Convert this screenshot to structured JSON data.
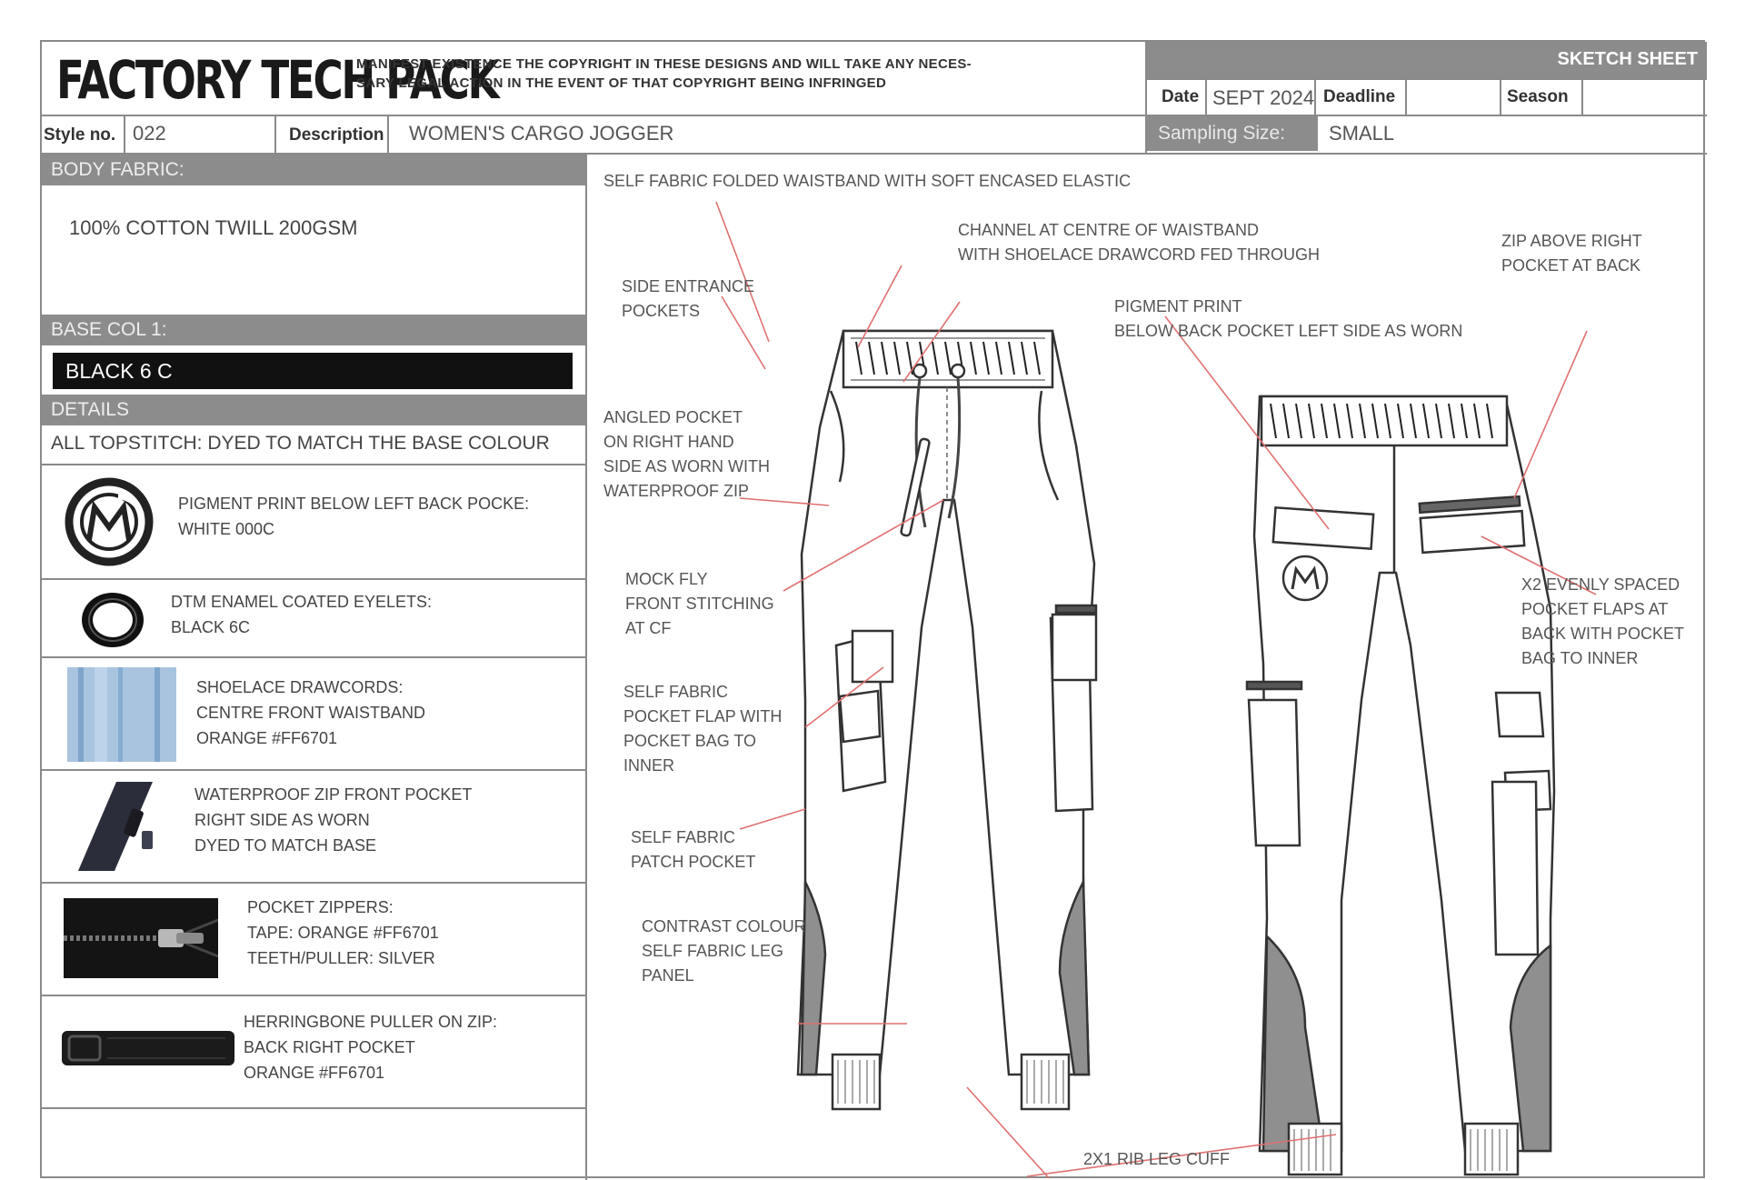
{
  "header": {
    "title": "FACTORY TECH PACK",
    "copyright_line1": "MANIFEST EXISTENCE THE COPYRIGHT IN THESE DESIGNS AND WILL TAKE ANY NECES-",
    "copyright_line2": "SARY LEGAL ACTION IN THE EVENT OF THAT COPYRIGHT BEING INFRINGED",
    "sketch_sheet": "SKETCH SHEET",
    "date_label": "Date",
    "date_value": "SEPT 2024",
    "deadline_label": "Deadline",
    "deadline_value": "",
    "season_label": "Season",
    "season_value": ""
  },
  "style_row": {
    "style_label": "Style no.",
    "style_value": "022",
    "description_label": "Description",
    "description_value": "WOMEN'S CARGO JOGGER",
    "sampling_label": "Sampling Size:",
    "sampling_value": "SMALL"
  },
  "body_fabric": {
    "heading": "BODY FABRIC:",
    "value": "100% COTTON TWILL 200GSM"
  },
  "base_col": {
    "heading": "BASE COL 1:",
    "value": "BLACK 6 C"
  },
  "details": {
    "heading": "DETAILS",
    "topstitch": "ALL TOPSTITCH: DYED TO MATCH THE BASE COLOUR",
    "items": [
      {
        "icon": "logo-print-icon",
        "line1": "PIGMENT PRINT BELOW LEFT BACK POCKE:",
        "line2": "WHITE 000C",
        "line3": ""
      },
      {
        "icon": "eyelet-icon",
        "line1": "DTM ENAMEL COATED EYELETS:",
        "line2": "BLACK 6C",
        "line3": ""
      },
      {
        "icon": "drawcord-swatch-icon",
        "line1": "SHOELACE DRAWCORDS:",
        "line2": "CENTRE FRONT WAISTBAND",
        "line3": "ORANGE #FF6701"
      },
      {
        "icon": "waterproof-zip-icon",
        "line1": "WATERPROOF ZIP FRONT POCKET",
        "line2": "RIGHT SIDE AS WORN",
        "line3": "DYED TO MATCH BASE"
      },
      {
        "icon": "pocket-zipper-icon",
        "line1": "POCKET ZIPPERS:",
        "line2": "TAPE: ORANGE #FF6701",
        "line3": "TEETH/PULLER: SILVER"
      },
      {
        "icon": "zip-puller-icon",
        "line1": "HERRINGBONE PULLER ON ZIP:",
        "line2": "BACK RIGHT POCKET",
        "line3": "ORANGE #FF6701"
      }
    ]
  },
  "annotations": {
    "waistband": "SELF FABRIC FOLDED WAISTBAND WITH SOFT ENCASED ELASTIC",
    "channel_1": "CHANNEL AT CENTRE OF WAISTBAND",
    "channel_2": "WITH SHOELACE DRAWCORD FED THROUGH",
    "zip_above_1": "ZIP ABOVE RIGHT",
    "zip_above_2": "POCKET AT BACK",
    "side_entrance_1": "SIDE ENTRANCE",
    "side_entrance_2": "POCKETS",
    "pigment_1": "PIGMENT PRINT",
    "pigment_2": "BELOW BACK POCKET LEFT SIDE AS WORN",
    "angled_1": "ANGLED POCKET",
    "angled_2": "ON RIGHT HAND",
    "angled_3": "SIDE AS WORN WITH",
    "angled_4": "WATERPROOF ZIP",
    "mock_fly_1": "MOCK FLY",
    "mock_fly_2": "FRONT STITCHING",
    "mock_fly_3": "AT CF",
    "flap_1": "SELF FABRIC",
    "flap_2": "POCKET FLAP WITH",
    "flap_3": "POCKET BAG TO",
    "flap_4": "INNER",
    "patch_1": "SELF FABRIC",
    "patch_2": "PATCH POCKET",
    "contrast_1": "CONTRAST COLOUR",
    "contrast_2": "SELF FABRIC LEG",
    "contrast_3": "PANEL",
    "x2_1": "X2 EVENLY SPACED",
    "x2_2": "POCKET FLAPS AT",
    "x2_3": "BACK WITH POCKET",
    "x2_4": "BAG TO INNER",
    "cuff": "2X1 RIB LEG CUFF"
  },
  "colors": {
    "header_grey": "#8c8c8c",
    "base_black": "#111111",
    "leader_red": "#e07070",
    "panel_grey": "#8f8f8f"
  }
}
